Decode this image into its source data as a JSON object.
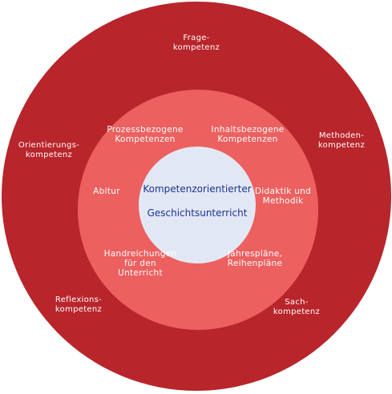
{
  "diagram": {
    "center": {
      "line1": "Kompetenzorientierter",
      "line2": "Geschichtsunterricht"
    },
    "middle_ring": {
      "prozessbezogen": "Prozessbezogene\nKompetenzen",
      "inhaltsbezogen": "Inhaltsbezogene\nKompetenzen",
      "abitur": "Abitur",
      "didaktik": "Didaktik und\nMethodik",
      "handreichungen": "Handreichungen\nfür den\nUnterricht",
      "jahresplaene": "Jahrespläne,\nReihenpläne"
    },
    "outer_ring": {
      "frage": "Frage-\nkompetenz",
      "methoden": "Methoden-\nkompetenz",
      "orientierung": "Orientierungs-\nkompetenz",
      "reflexion": "Reflexions-\nkompetenz",
      "sach": "Sach-\nkompetenz"
    },
    "colors": {
      "outer": "#b8252b",
      "middle": "#ec6060",
      "inner": "#e2e8f3",
      "center_text": "#1a3296",
      "label_text": "#ffffff"
    }
  }
}
